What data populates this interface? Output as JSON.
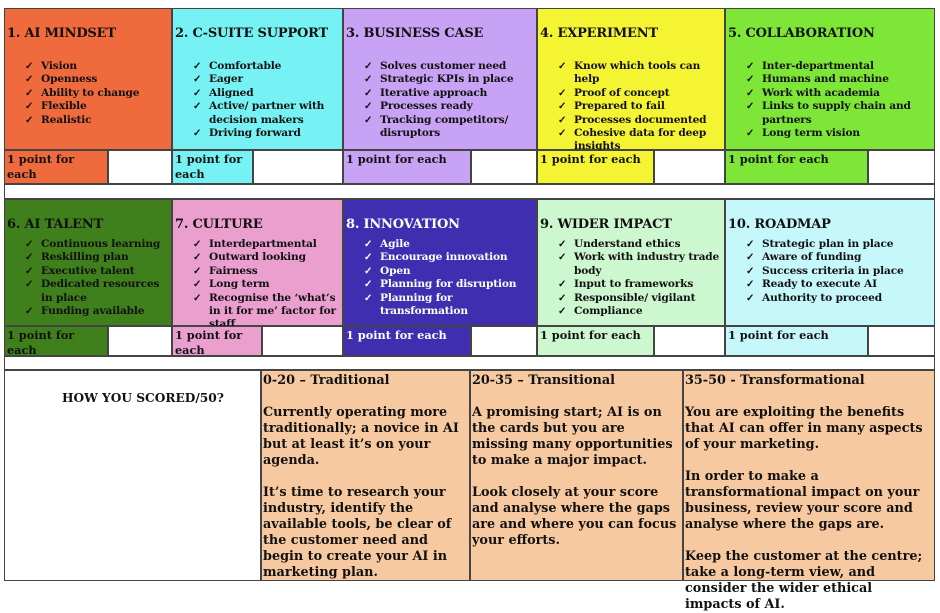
{
  "categories": [
    {
      "title": "1. AI MINDSET",
      "color": "#ef6a3d",
      "items": [
        "Vision",
        "Openness",
        "Ability to change",
        "Flexible",
        "Realistic"
      ],
      "points": "1 point for each"
    },
    {
      "title": "2. C-SUITE SUPPORT",
      "color": "#76f2f4",
      "items": [
        "Comfortable",
        "Eager",
        "Aligned",
        "Active/ partner with decision makers",
        "Driving forward"
      ],
      "points": "1 point for each"
    },
    {
      "title": "3. BUSINESS CASE",
      "color": "#c8a2f4",
      "items": [
        "Solves customer need",
        "Strategic KPIs in place",
        "Iterative approach",
        "Processes ready",
        "Tracking competitors/ disruptors"
      ],
      "points": "1 point for each"
    },
    {
      "title": "4. EXPERIMENT",
      "color": "#f5f433",
      "items": [
        "Know which tools can help",
        "Proof of concept",
        "Prepared to fail",
        "Processes documented",
        "Cohesive data for deep insights"
      ],
      "points": "1 point for each"
    },
    {
      "title": "5. COLLABORATION",
      "color": "#7ee637",
      "items": [
        "Inter-departmental",
        "Humans and machine",
        "Work with academia",
        "Links to supply chain and partners",
        "Long term vision"
      ],
      "points": "1 point for each"
    },
    {
      "title": "6. AI TALENT",
      "color": "#3f7f1c",
      "items": [
        "Continuous learning",
        "Reskilling plan",
        "Executive talent",
        "Dedicated resources in place",
        "Funding available"
      ],
      "points": "1 point for each"
    },
    {
      "title": "7. CULTURE",
      "color": "#ea9fcf",
      "items": [
        "Interdepartmental",
        "Outward looking",
        "Fairness",
        "Long term",
        "Recognise the ‘what’s in it for me’ factor for staff"
      ],
      "points": "1 point for each"
    },
    {
      "title": "8. INNOVATION",
      "color": "#3f2fb0",
      "items": [
        "Agile",
        "Encourage innovation",
        "Open",
        "Planning for disruption",
        "Planning for transformation"
      ],
      "points": "1 point for each"
    },
    {
      "title": "9. WIDER IMPACT",
      "color": "#cdf7cf",
      "items": [
        "Understand ethics",
        "Work with industry trade body",
        "Input to frameworks",
        "Responsible/ vigilant",
        "Compliance"
      ],
      "points": "1 point for each"
    },
    {
      "title": "10. ROADMAP",
      "color": "#c5f7fb",
      "items": [
        "Strategic plan in place",
        "Aware of funding",
        "Success criteria in place",
        "Ready to execute AI",
        "Authority to proceed"
      ],
      "points": "1 point for each"
    }
  ],
  "score": {
    "title": "HOW YOU SCORED/50?",
    "color": "#f7c9a0",
    "ranges": [
      {
        "heading": "0-20 – Traditional",
        "paragraphs": [
          "Currently operating more traditionally; a novice in AI but at least it’s on your agenda.",
          "It’s time to research your industry, identify the available tools, be clear of the customer need and begin to create your AI in marketing plan."
        ]
      },
      {
        "heading": "20-35 – Transitional",
        "paragraphs": [
          "A promising start; AI is on the cards but you are missing many opportunities to make a major impact.",
          "Look closely at your score and analyse where the gaps are and where you can focus your efforts."
        ]
      },
      {
        "heading": "35-50 - Transformational",
        "paragraphs": [
          "You are exploiting the benefits that AI can offer in many aspects of your marketing.",
          "In order to make a transformational impact on your business, review your score and analyse where the gaps are.",
          "Keep the customer at the centre; take a long-term view, and consider the wider ethical impacts of AI."
        ]
      }
    ]
  }
}
